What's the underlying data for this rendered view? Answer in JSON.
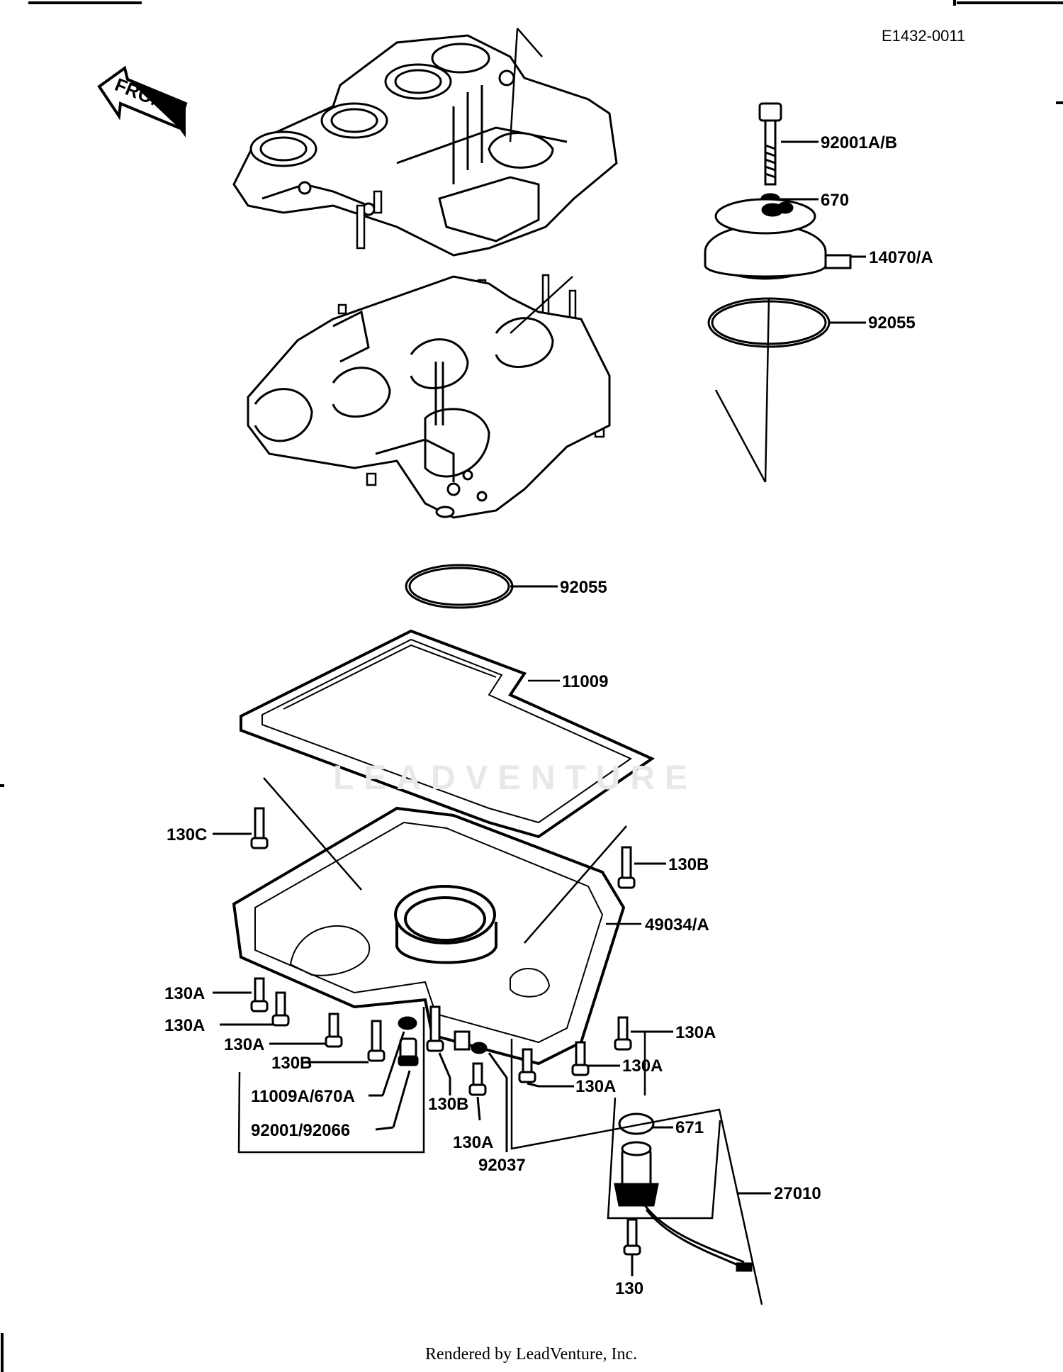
{
  "diagram": {
    "code": "E1432-0011",
    "front_label": "FRONT",
    "footer": "Rendered by LeadVenture, Inc.",
    "watermark": "LEADVENTURE",
    "callouts": {
      "bolt_92001AB": "92001A/B",
      "washer_670": "670",
      "cover_14070A": "14070/A",
      "oring_92055_top": "92055",
      "oring_92055_mid": "92055",
      "gasket_11009": "11009",
      "bolt_130C": "130C",
      "bolt_130B_right": "130B",
      "oilpan_49034A": "49034/A",
      "bolt_130A_1": "130A",
      "bolt_130A_2": "130A",
      "bolt_130A_3": "130A",
      "bolt_130B_left": "130B",
      "gasket_11009A_670A": "11009A/670A",
      "plug_92001_92066": "92001/92066",
      "bolt_130B_mid": "130B",
      "bolt_130A_mid": "130A",
      "clamp_92037": "92037",
      "bolt_130A_r1": "130A",
      "bolt_130A_r2": "130A",
      "bolt_130A_r3": "130A",
      "oring_671": "671",
      "switch_27010": "27010",
      "bolt_130": "130"
    }
  }
}
